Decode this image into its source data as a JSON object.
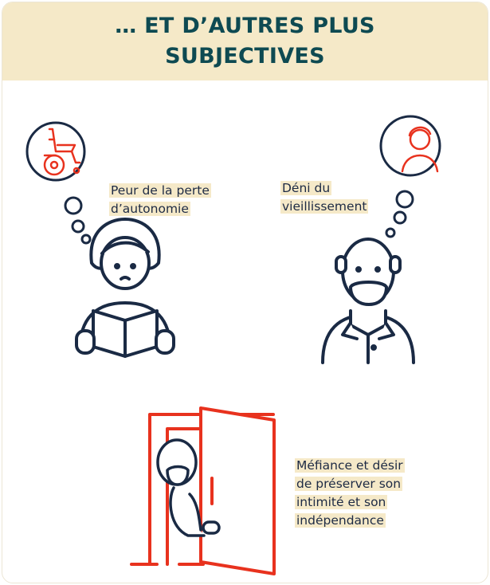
{
  "title": "… ET D’AUTRES PLUS SUBJECTIVES",
  "items": [
    {
      "label_lines": [
        "Peur de la perte",
        "d’autonomie"
      ],
      "icon": "wheelchair-icon"
    },
    {
      "label_lines": [
        "Déni du",
        "vieillissement"
      ],
      "icon": "young-person-icon"
    },
    {
      "label_lines": [
        "Méfiance et désir",
        "de préserver son",
        "intimité et son",
        "indépendance"
      ],
      "icon": "door-elderly-icon"
    }
  ],
  "colors": {
    "header_bg": "#f5e9c8",
    "title": "#0e4a52",
    "accent_red": "#e8321e",
    "outline_navy": "#1a2a44"
  }
}
